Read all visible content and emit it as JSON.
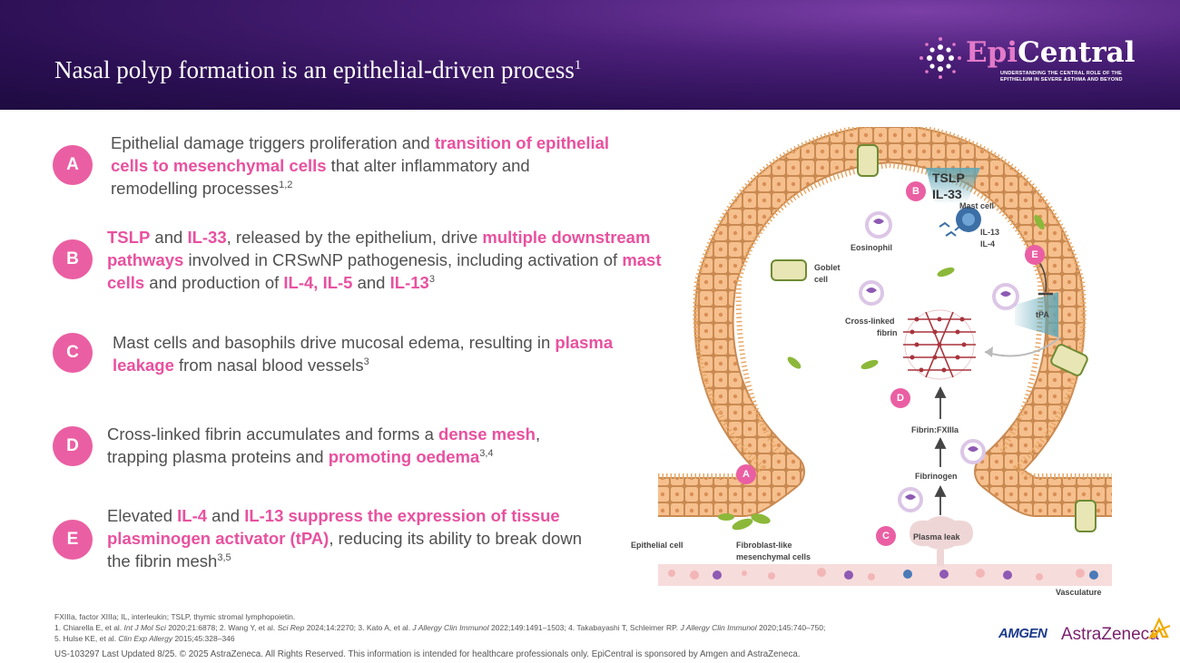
{
  "header": {
    "title": "Nasal polyp formation is an epithelial-driven process",
    "title_ref": "1",
    "logo_epi": "Epi",
    "logo_central": "Central",
    "logo_tagline": "UNDERSTANDING THE CENTRAL ROLE OF THE EPITHELIUM IN SEVERE ASTHMA AND BEYOND"
  },
  "items": [
    {
      "letter": "A",
      "t1": "Epithelial damage triggers proliferation and ",
      "h1": "transition of epithelial cells to mesenchymal cells",
      "t2": " that alter inflammatory and remodelling processes",
      "ref": "1,2"
    },
    {
      "letter": "B",
      "h1": "TSLP",
      "t1": " and ",
      "h2": "IL-33",
      "t2": ", released by the epithelium, drive ",
      "h3": "multiple downstream pathways",
      "t3": " involved in CRSwNP pathogenesis, including activation of ",
      "h4": "mast cells",
      "t4": " and production of ",
      "h5": "IL-4, IL-5",
      "t5": " and ",
      "h6": "IL-13",
      "ref": "3"
    },
    {
      "letter": "C",
      "t1": "Mast cells and basophils drive mucosal edema, resulting in ",
      "h1": "plasma leakage",
      "t2": " from nasal blood vessels",
      "ref": "3"
    },
    {
      "letter": "D",
      "t1": "Cross-linked fibrin accumulates and forms a ",
      "h1": "dense mesh",
      "t2": ", trapping plasma proteins and ",
      "h2": "promoting oedema",
      "ref": "3,4"
    },
    {
      "letter": "E",
      "t1": "Elevated ",
      "h1": "IL-4",
      "t2": " and ",
      "h2": "IL-13 suppress the expression of tissue plasminogen activator (tPA)",
      "t3": ", reducing its ability to break down the fibrin mesh",
      "ref": "3,5"
    }
  ],
  "diagram": {
    "tslp": "TSLP",
    "il33": "IL-33",
    "mast_cell": "Mast cell",
    "il13": "IL-13",
    "il4": "IL-4",
    "eosinophil": "Eosinophil",
    "goblet": "Goblet",
    "goblet2": "cell",
    "crosslinked": "Cross-linked",
    "fibrin": "fibrin",
    "tpa": "tPA",
    "fibrin_fxiiia": "Fibrin:FXIIIa",
    "fibrinogen": "Fibrinogen",
    "plasma_leak": "Plasma leak",
    "epithelial_cell": "Epithelial cell",
    "fibroblast1": "Fibroblast-like",
    "fibroblast2": "mesenchymal cells",
    "vasculature": "Vasculature",
    "badges": [
      "A",
      "B",
      "C",
      "D",
      "E"
    ]
  },
  "footer": {
    "abbrev": "FXIIIa, factor XIIIa; IL, interleukin; TSLP, thymic stromal lymphopoietin.",
    "r1a": "1. Chiarella E, et al. ",
    "r1j": "Int J Mol Sci",
    "r1b": " 2020;21:6878; 2. Wang Y, et al. ",
    "r2j": "Sci Rep",
    "r2b": " 2024;14:2270; 3. Kato A, et al. ",
    "r3j": "J Allergy Clin Immunol",
    "r3b": " 2022;149:1491–1503; 4. Takabayashi T, Schleimer RP. ",
    "r4j": "J Allergy Clin Immunol",
    "r4b": " 2020;145:740–750;",
    "r5a": "5. Hulse KE, et al. ",
    "r5j": "Clin Exp Allergy",
    "r5b": " 2015;45:328–346",
    "copyright": "US-103297 Last Updated 8/25. © 2025 AstraZeneca. All Rights Reserved. This information is intended for healthcare professionals only. EpiCentral is sponsored by Amgen and AstraZeneca.",
    "amgen": "AMGEN",
    "astrazeneca": "AstraZeneca"
  },
  "colors": {
    "accent": "#ea5fa3",
    "header": "#3a1766",
    "epithelium": "#f6c08e",
    "fibrin": "#a8343c"
  }
}
